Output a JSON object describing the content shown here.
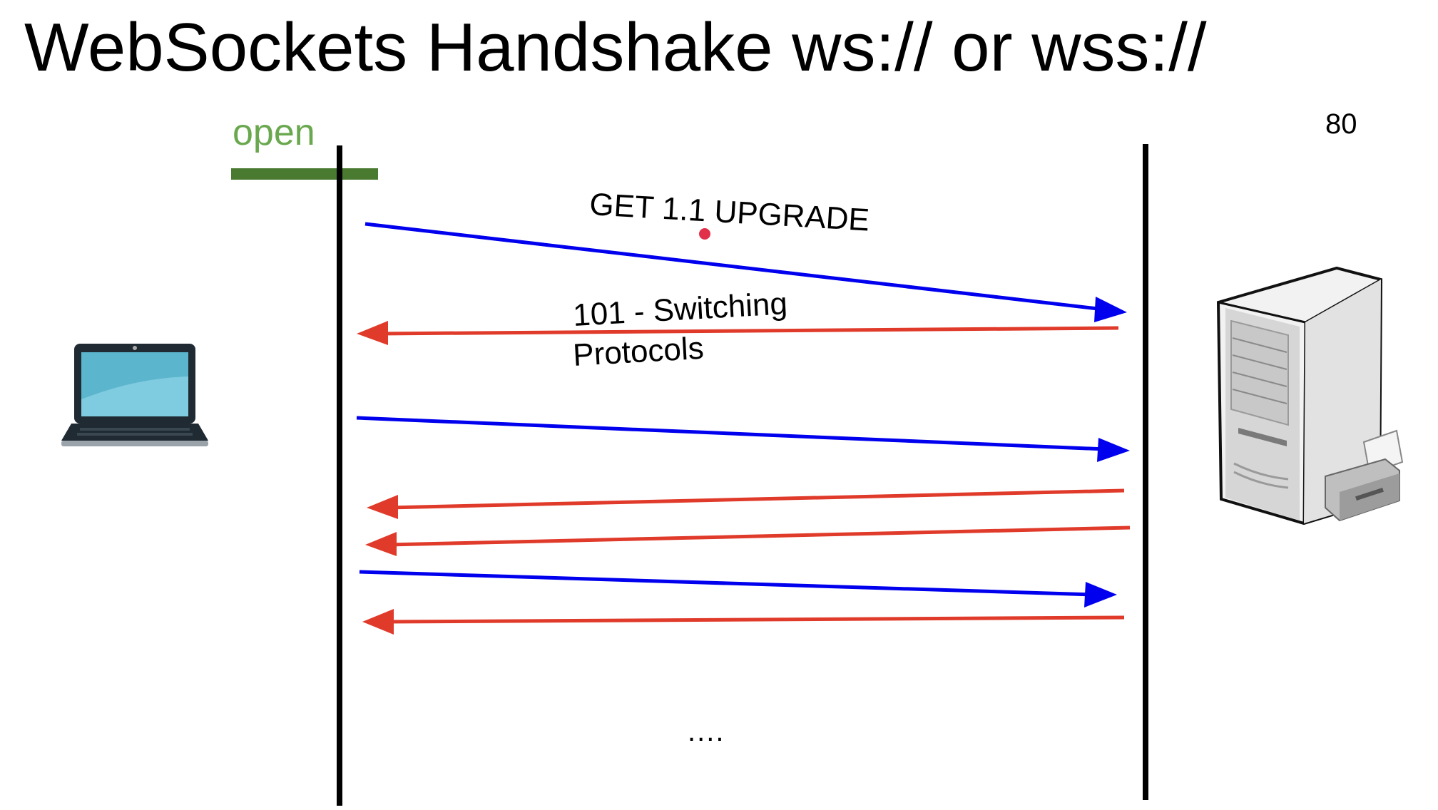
{
  "title": "WebSockets Handshake ws:// or wss://",
  "open_label": "open",
  "port_label": "80",
  "messages": {
    "upgrade_request": "GET 1.1 UPGRADE",
    "switching_line_1": "101 - Switching",
    "switching_line_2": "Protocols"
  },
  "ellipsis": "....",
  "colors": {
    "client_to_server": "#0000ee",
    "server_to_client": "#e03a2a",
    "open_bar": "#4a7a30",
    "open_text": "#6aa84f",
    "laptop_screen": "#5bb5cc",
    "server_body": "#e8e8e8"
  },
  "icons": [
    "laptop-icon",
    "server-icon",
    "printer-icon"
  ]
}
